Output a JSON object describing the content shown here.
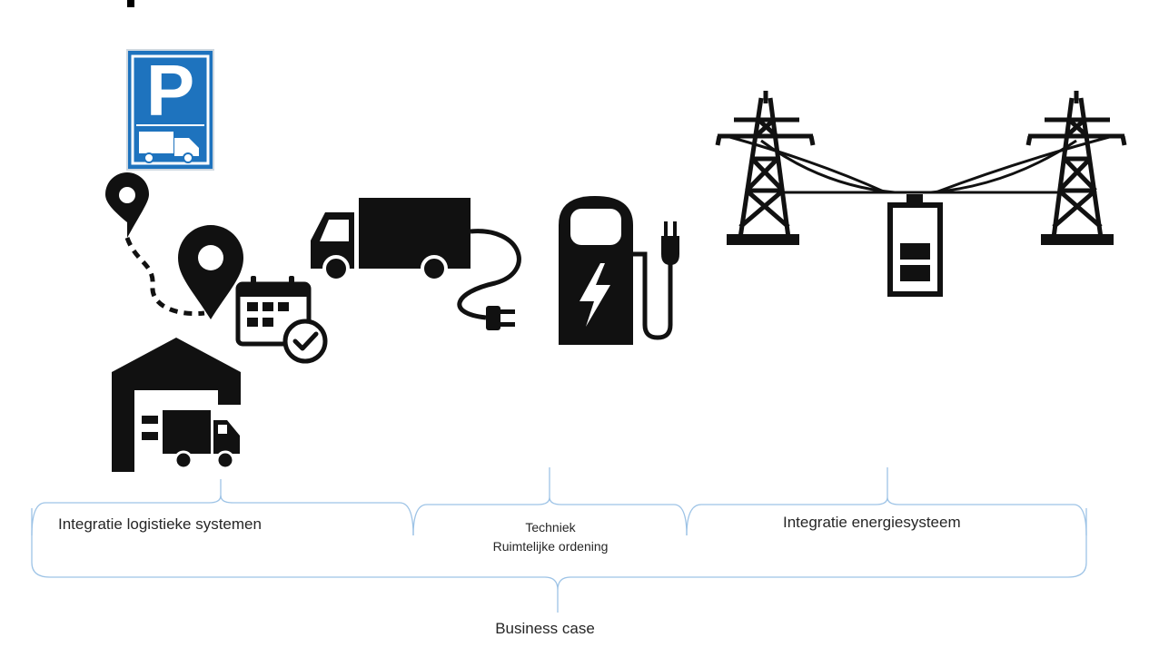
{
  "diagram": {
    "brace_labels": {
      "logistics": "Integratie logistieke systemen",
      "technique": "Techniek",
      "spatial": "Ruimtelijke ordening",
      "energy": "Integratie energiesysteem",
      "business": "Business case"
    },
    "icons": [
      "parking-truck-sign-icon",
      "route-map-pin-icon",
      "calendar-check-icon",
      "warehouse-truck-icon",
      "electric-truck-icon",
      "charging-station-icon",
      "power-pylon-icon",
      "battery-icon"
    ],
    "parking_sign_letter": "P",
    "colors": {
      "sign_blue": "#1e73be",
      "icon_black": "#111111",
      "brace_blue": "#9dc3e6",
      "text": "#262626"
    }
  }
}
